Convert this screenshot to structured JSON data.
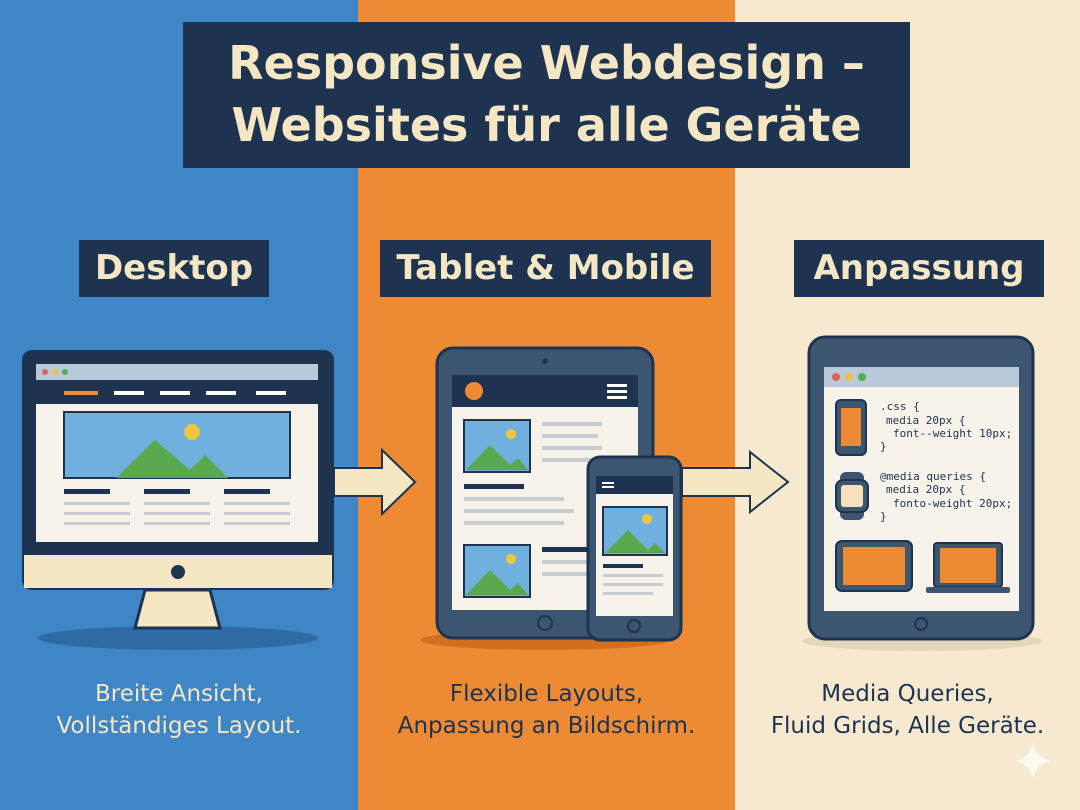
{
  "title": {
    "line1": "Responsive Webdesign –",
    "line2": "Websites für alle Geräte"
  },
  "columns": [
    {
      "header": "Desktop",
      "caption_line1": "Breite Ansicht,",
      "caption_line2": "Vollständiges Layout.",
      "color": "#3f86c6"
    },
    {
      "header": "Tablet & Mobile",
      "caption_line1": "Flexible Layouts,",
      "caption_line2": "Anpassung an Bildschirm.",
      "color": "#ee8a33"
    },
    {
      "header": "Anpassung",
      "caption_line1": "Media Queries,",
      "caption_line2": "Fluid Grids, Alle Geräte.",
      "color": "#f6e9cf"
    }
  ],
  "code": {
    "block1": [
      ".css {",
      " media 20px {",
      "  font--weight 10px;",
      "}"
    ],
    "block2": [
      "@media queries {",
      " media 20px {",
      "  fonto-weight 20px;",
      "}"
    ]
  },
  "colors": {
    "navy": "#1d3350",
    "cream": "#f5e6c4"
  }
}
